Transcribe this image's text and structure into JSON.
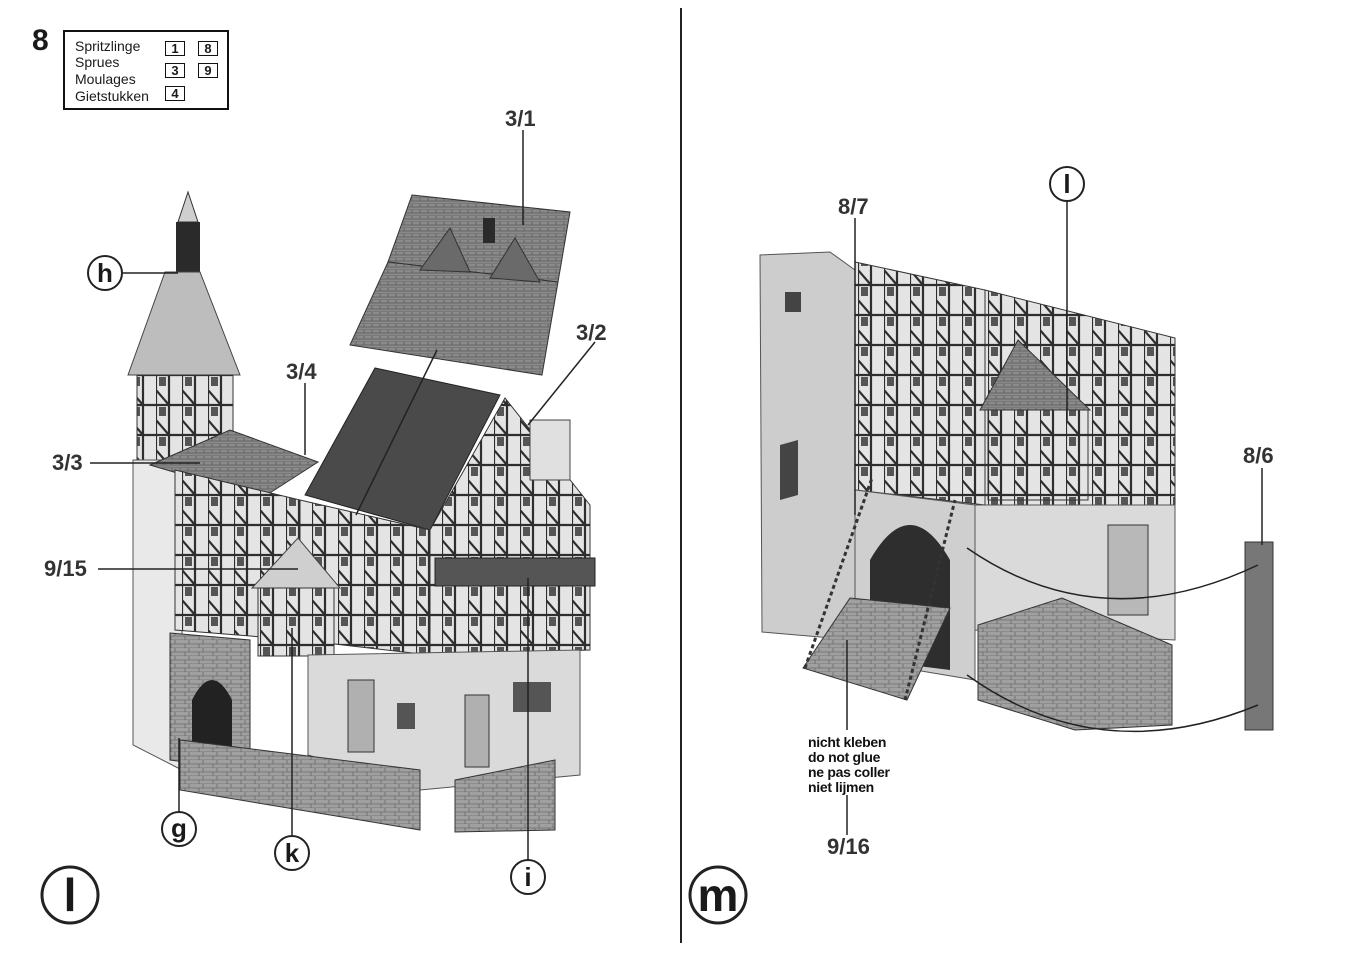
{
  "step": {
    "number": "8"
  },
  "legend": {
    "labels": [
      "Spritzlinge",
      "Sprues",
      "Moulages",
      "Gietstukken"
    ],
    "boxes": [
      "1",
      "8",
      "3",
      "9",
      "4"
    ]
  },
  "left_panel": {
    "panel_letter": "l",
    "parts": {
      "roof": "3/1",
      "gable": "3/2",
      "ridge": "3/4",
      "side_roof": "3/3",
      "bay_roof": "9/15"
    },
    "callouts": {
      "h": "h",
      "g": "g",
      "k": "k",
      "i": "i"
    }
  },
  "right_panel": {
    "panel_letter": "m",
    "parts": {
      "top": "8/7",
      "plate": "8/6",
      "bridge": "9/16"
    },
    "callouts": {
      "l": "l"
    },
    "note": [
      "nicht kleben",
      "do not glue",
      "ne pas coller",
      "niet lijmen"
    ]
  },
  "colors": {
    "ink": "#1a1a1a",
    "roof": "#7a7a7a",
    "plaster": "#d9d9d9",
    "timber": "#3a3a3a"
  }
}
